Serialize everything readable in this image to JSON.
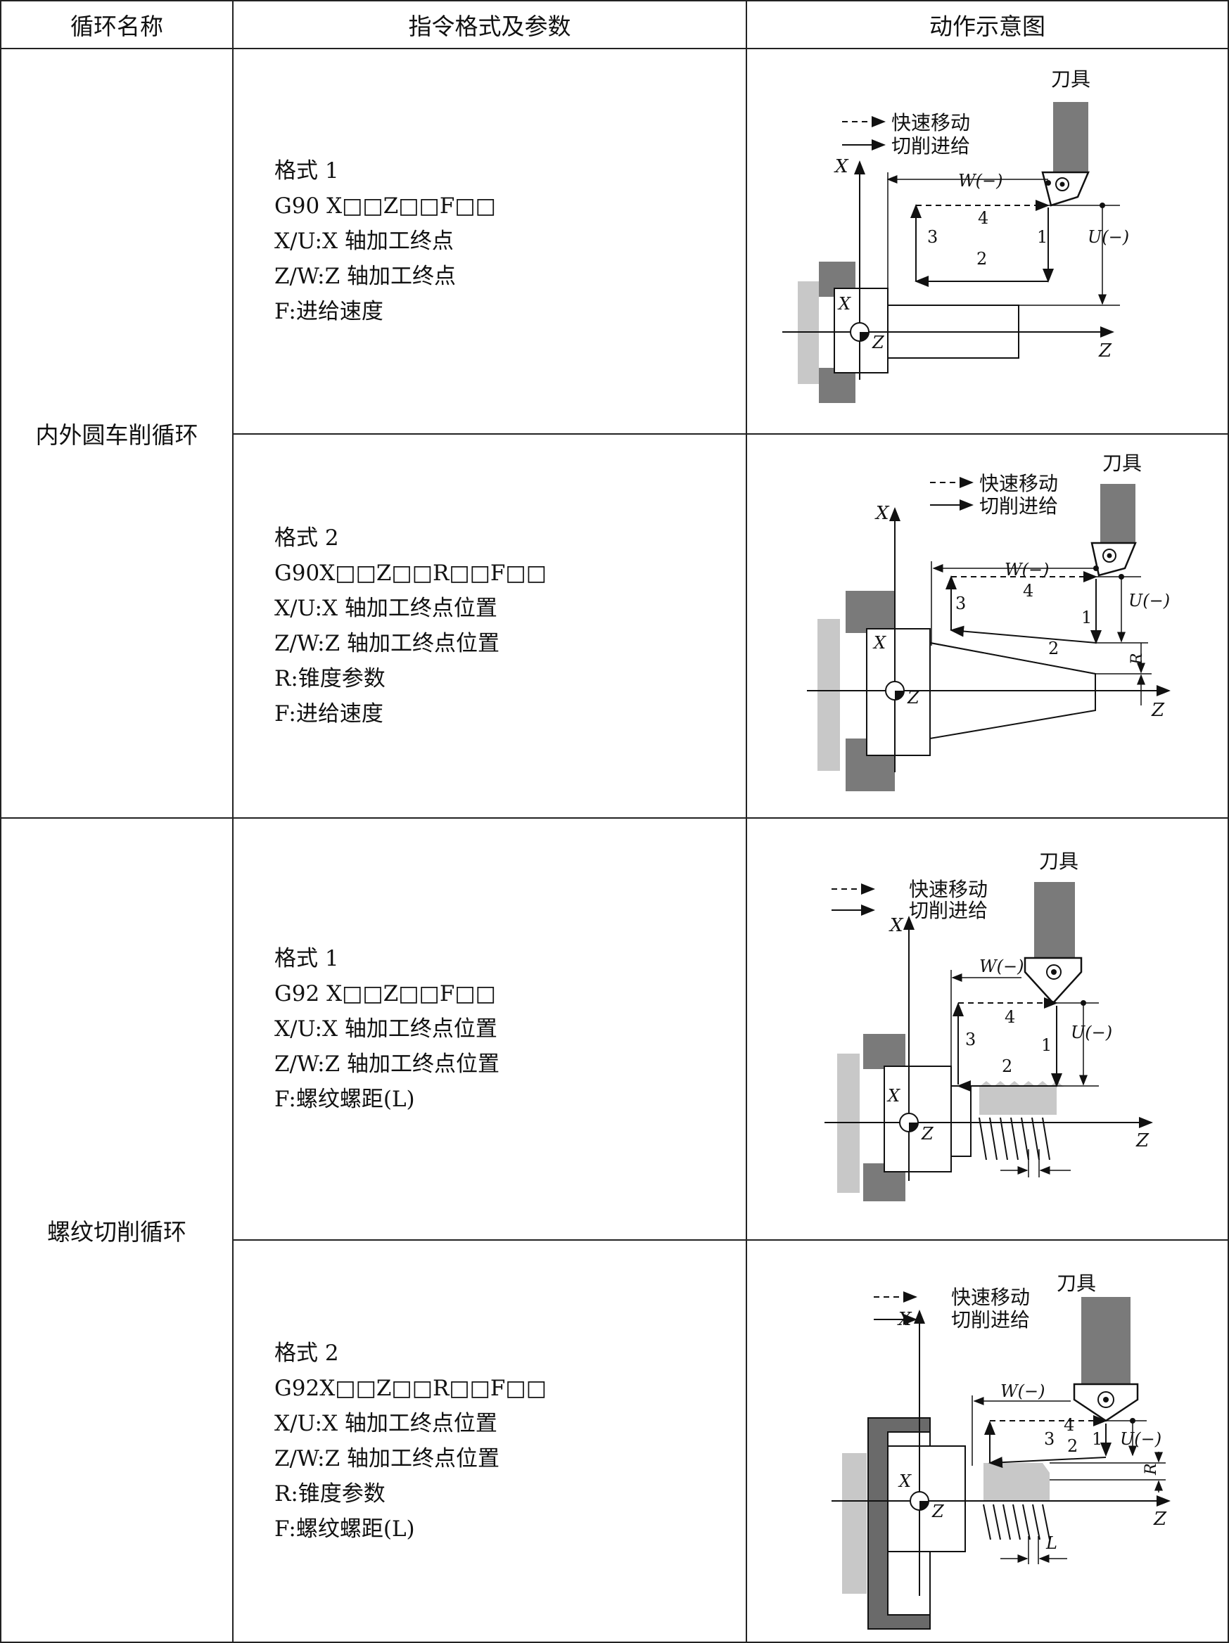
{
  "header": {
    "col1": "循环名称",
    "col2": "指令格式及参数",
    "col3": "动作示意图"
  },
  "groups": [
    {
      "name": "内外圆车削循环"
    },
    {
      "name": "螺纹切削循环"
    }
  ],
  "rows": [
    {
      "lines": [
        "格式 1",
        "G90 X□□Z□□F□□",
        "X/U:X 轴加工终点",
        "Z/W:Z 轴加工终点",
        "F:进给速度"
      ]
    },
    {
      "lines": [
        "格式 2",
        "G90X□□Z□□R□□F□□",
        "X/U:X 轴加工终点位置",
        "Z/W:Z 轴加工终点位置",
        "R:锥度参数",
        "F:进给速度"
      ]
    },
    {
      "lines": [
        "格式 1",
        "G92 X□□Z□□F□□",
        "X/U:X 轴加工终点位置",
        "Z/W:Z 轴加工终点位置",
        "F:螺纹螺距(L)"
      ]
    },
    {
      "lines": [
        "格式 2",
        "G92X□□Z□□R□□F□□",
        "X/U:X 轴加工终点位置",
        "Z/W:Z 轴加工终点位置",
        "R:锥度参数",
        "F:螺纹螺距(L)"
      ]
    }
  ],
  "diagram_labels": {
    "tool": "刀具",
    "rapid": "快速移动",
    "feed": "切削进给",
    "w": "W(−)",
    "u": "U(−)",
    "x": "X",
    "z": "Z",
    "r": "R",
    "l": "L",
    "n1": "1",
    "n2": "2",
    "n3": "3",
    "n4": "4"
  }
}
